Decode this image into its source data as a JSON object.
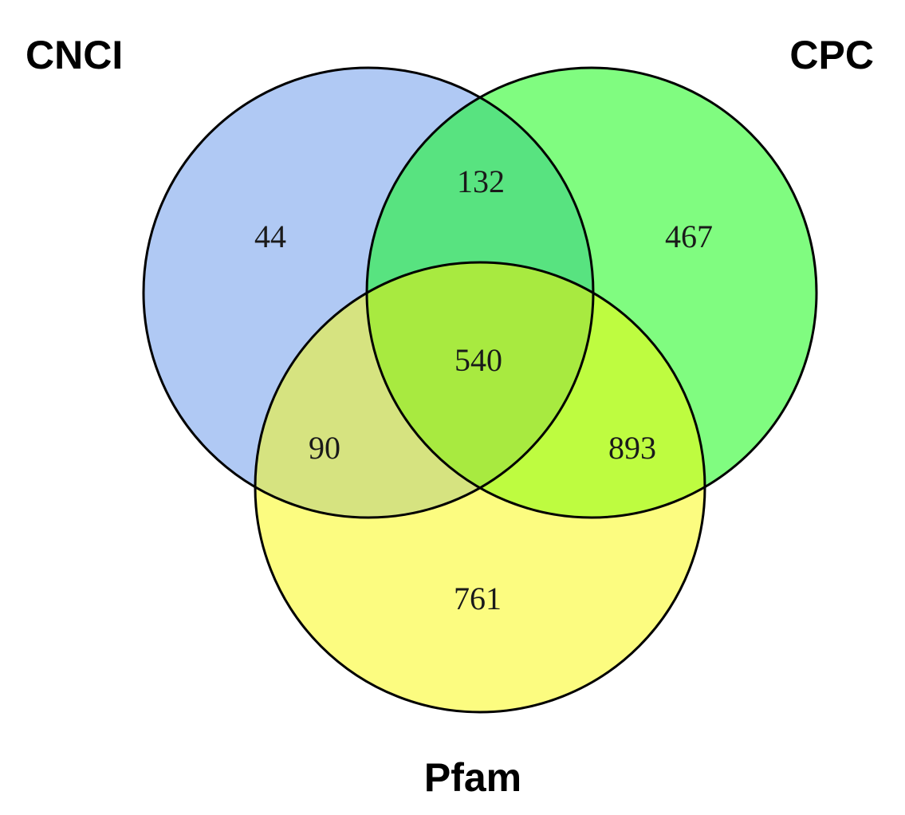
{
  "sets": [
    {
      "id": "cnci",
      "label": "CNCI",
      "color": "#b0c9f4"
    },
    {
      "id": "cpc",
      "label": "CPC",
      "color": "#80fc80"
    },
    {
      "id": "pfam",
      "label": "Pfam",
      "color": "#fcfc80"
    }
  ],
  "regions": {
    "cnci_only": {
      "value": "44",
      "color": "#b0c9f4"
    },
    "cpc_only": {
      "value": "467",
      "color": "#80fc80"
    },
    "pfam_only": {
      "value": "761",
      "color": "#fcfc80"
    },
    "cnci_cpc": {
      "value": "132",
      "color": "#58e380"
    },
    "cnci_pfam": {
      "value": "90",
      "color": "#d6e380"
    },
    "cpc_pfam": {
      "value": "893",
      "color": "#befc40"
    },
    "all_three": {
      "value": "540",
      "color": "#a8ea40"
    }
  }
}
